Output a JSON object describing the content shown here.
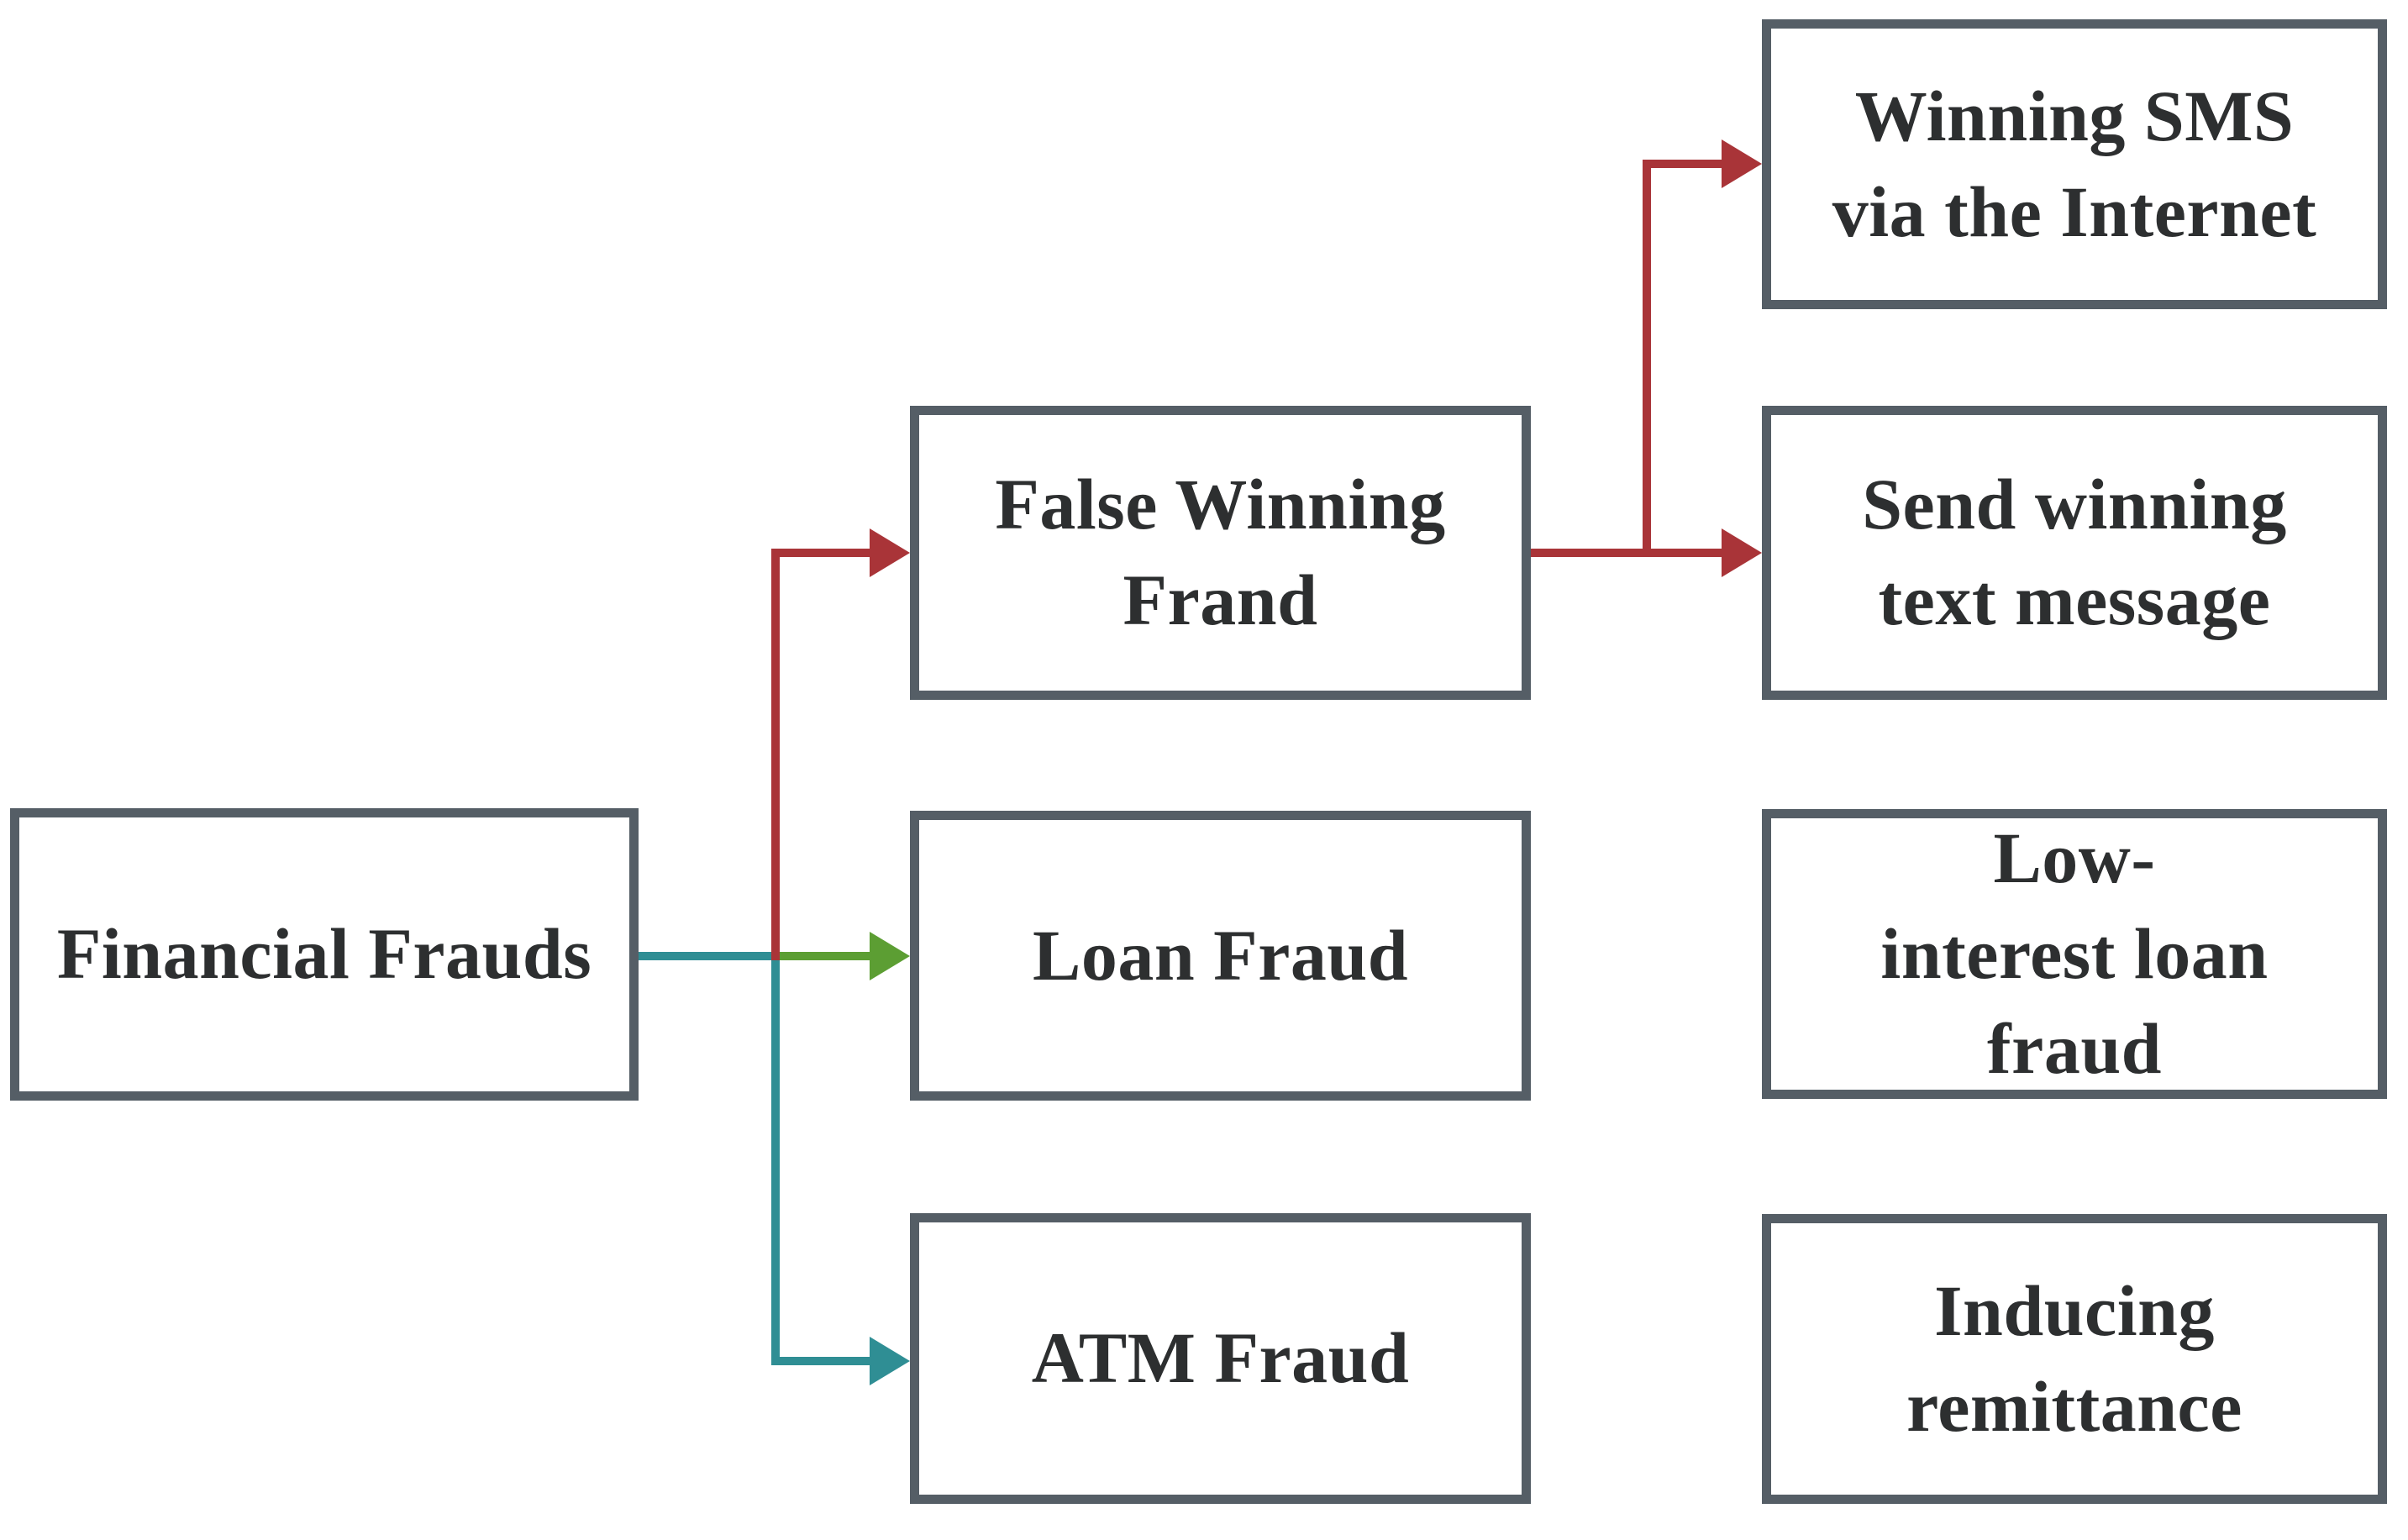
{
  "diagram": {
    "type": "flowchart",
    "background": "#FFFFFF",
    "colors": {
      "red": "#A93438",
      "green": "#5C9E33",
      "teal": "#2F8E94",
      "border": "#555E66",
      "text": "#2D2F30",
      "background": "#FFFFFF"
    },
    "nodes": [
      {
        "id": "financial-frauds",
        "label": "Financial Frauds"
      },
      {
        "id": "false-winning-fraud",
        "label": "False Winning\nFrand"
      },
      {
        "id": "loan-fraud",
        "label": "Loan Fraud"
      },
      {
        "id": "atm-fraud",
        "label": "ATM Fraud"
      },
      {
        "id": "winning-sms",
        "label": "Winning SMS\nvia the Internet"
      },
      {
        "id": "send-winning-text",
        "label": "Send winning\ntext message"
      },
      {
        "id": "low-interest-loan",
        "label": "Low-\ninterest loan\nfraud"
      },
      {
        "id": "inducing-remittance",
        "label": "Inducing\nremittance"
      }
    ],
    "edges": [
      {
        "from": "financial-frauds",
        "to": "false-winning-fraud",
        "color": "red"
      },
      {
        "from": "financial-frauds",
        "to": "loan-fraud",
        "color": "green"
      },
      {
        "from": "financial-frauds",
        "to": "atm-fraud",
        "color": "teal"
      },
      {
        "from": "false-winning-fraud",
        "to": "winning-sms",
        "color": "red"
      },
      {
        "from": "false-winning-fraud",
        "to": "send-winning-text",
        "color": "red"
      },
      {
        "from": "loan-fraud",
        "to": "low-interest-loan",
        "color": "green"
      },
      {
        "from": "atm-fraud",
        "to": "inducing-remittance",
        "color": "teal"
      }
    ]
  }
}
